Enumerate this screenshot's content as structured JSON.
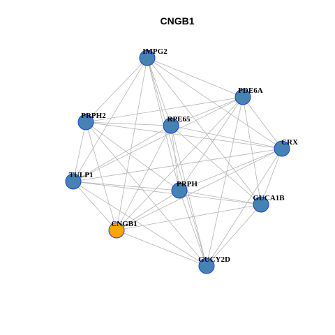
{
  "title": "CNGB1",
  "colors": {
    "node_default": "#4682b4",
    "node_highlight": "#ffa500",
    "node_border": "#1a3fd0",
    "edge": "#b3b3b3"
  },
  "nodes": [
    {
      "id": "IMPG2",
      "label": "IMPG2",
      "highlight": false
    },
    {
      "id": "PDE6A",
      "label": "PDE6A",
      "highlight": false
    },
    {
      "id": "PRPH2",
      "label": "PRPH2",
      "highlight": false
    },
    {
      "id": "RPE65",
      "label": "RPE65",
      "highlight": false
    },
    {
      "id": "CRX",
      "label": "CRX",
      "highlight": false
    },
    {
      "id": "TULP1",
      "label": "TULP1",
      "highlight": false
    },
    {
      "id": "PRPH",
      "label": "PRPH",
      "highlight": false
    },
    {
      "id": "GUCA1B",
      "label": "GUCA1B",
      "highlight": false
    },
    {
      "id": "CNGB1",
      "label": "CNGB1",
      "highlight": true
    },
    {
      "id": "GUCY2D",
      "label": "GUCY2D",
      "highlight": false
    }
  ],
  "edges": [
    [
      "IMPG2",
      "PDE6A"
    ],
    [
      "IMPG2",
      "CRX"
    ],
    [
      "IMPG2",
      "PRPH2"
    ],
    [
      "IMPG2",
      "TULP1"
    ],
    [
      "IMPG2",
      "CNGB1"
    ],
    [
      "IMPG2",
      "PRPH"
    ],
    [
      "IMPG2",
      "GUCA1B"
    ],
    [
      "IMPG2",
      "GUCY2D"
    ],
    [
      "IMPG2",
      "RPE65"
    ],
    [
      "PDE6A",
      "PRPH2"
    ],
    [
      "PDE6A",
      "RPE65"
    ],
    [
      "PDE6A",
      "CRX"
    ],
    [
      "PDE6A",
      "TULP1"
    ],
    [
      "PDE6A",
      "PRPH"
    ],
    [
      "PDE6A",
      "GUCA1B"
    ],
    [
      "PDE6A",
      "GUCY2D"
    ],
    [
      "PDE6A",
      "CNGB1"
    ],
    [
      "PRPH2",
      "RPE65"
    ],
    [
      "PRPH2",
      "CRX"
    ],
    [
      "PRPH2",
      "TULP1"
    ],
    [
      "PRPH2",
      "CNGB1"
    ],
    [
      "PRPH2",
      "PRPH"
    ],
    [
      "PRPH2",
      "GUCY2D"
    ],
    [
      "RPE65",
      "CRX"
    ],
    [
      "RPE65",
      "TULP1"
    ],
    [
      "RPE65",
      "PRPH"
    ],
    [
      "RPE65",
      "GUCA1B"
    ],
    [
      "RPE65",
      "GUCY2D"
    ],
    [
      "RPE65",
      "CNGB1"
    ],
    [
      "CRX",
      "TULP1"
    ],
    [
      "CRX",
      "GUCA1B"
    ],
    [
      "CRX",
      "PRPH"
    ],
    [
      "CRX",
      "GUCY2D"
    ],
    [
      "CRX",
      "CNGB1"
    ],
    [
      "TULP1",
      "PRPH"
    ],
    [
      "TULP1",
      "CNGB1"
    ],
    [
      "TULP1",
      "GUCY2D"
    ],
    [
      "TULP1",
      "GUCA1B"
    ],
    [
      "PRPH",
      "GUCA1B"
    ],
    [
      "PRPH",
      "CNGB1"
    ],
    [
      "PRPH",
      "GUCY2D"
    ],
    [
      "GUCA1B",
      "CNGB1"
    ],
    [
      "GUCA1B",
      "GUCY2D"
    ],
    [
      "CNGB1",
      "GUCY2D"
    ]
  ]
}
